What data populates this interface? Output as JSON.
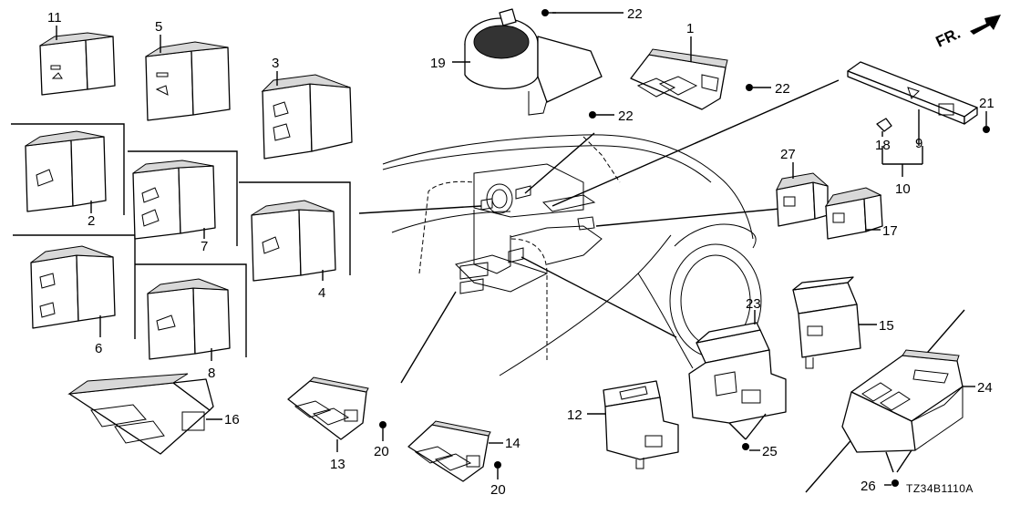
{
  "direction_label": "FR.",
  "reference_code": "TZ34B1110A",
  "callouts": {
    "c1": "1",
    "c2": "2",
    "c3": "3",
    "c4": "4",
    "c5": "5",
    "c6": "6",
    "c7": "7",
    "c8": "8",
    "c9": "9",
    "c10": "10",
    "c11": "11",
    "c12": "12",
    "c13": "13",
    "c14": "14",
    "c15": "15",
    "c16": "16",
    "c17": "17",
    "c18": "18",
    "c19": "19",
    "c20": "20",
    "c21": "21",
    "c22": "22",
    "c23": "23",
    "c24": "24",
    "c25": "25",
    "c26": "26",
    "c27": "27"
  },
  "icons": {
    "direction_arrow": "forward-arrow-icon",
    "car_body": "car-outline-icon",
    "screw": "screw-icon",
    "switch": "switch-icon"
  }
}
